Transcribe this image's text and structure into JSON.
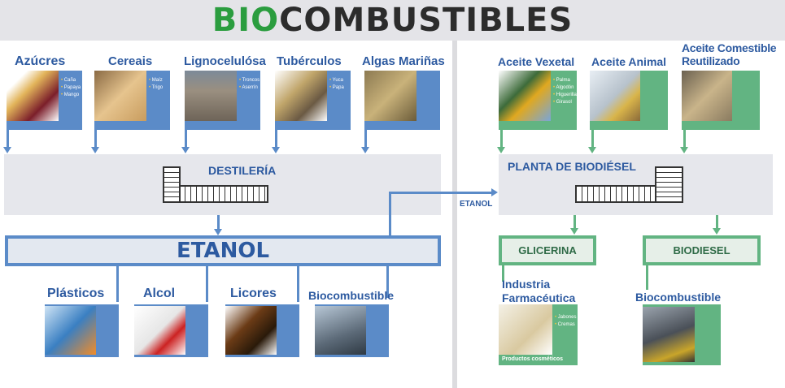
{
  "title": {
    "part1": "BIO",
    "part2": "COMBUSTIBLES"
  },
  "colors": {
    "blue": "#5b8bc8",
    "green": "#62b482",
    "title_green": "#2b9d3f"
  },
  "feedstocks_ethanol": [
    {
      "label": "Azúcres",
      "items": [
        "Caña",
        "Papaya",
        "Mango"
      ]
    },
    {
      "label": "Cereais",
      "items": [
        "Maíz",
        "Trigo"
      ]
    },
    {
      "label": "Lignocelulósa",
      "items": [
        "Troncos",
        "Aserrín"
      ]
    },
    {
      "label": "Tubérculos",
      "items": [
        "Yuca",
        "Papa"
      ]
    },
    {
      "label": "Algas Mariñas",
      "items": []
    }
  ],
  "feedstocks_biodiesel": [
    {
      "label": "Aceite Vexetal",
      "items": [
        "Palma",
        "Algodón",
        "Higuerilla",
        "Girasol"
      ]
    },
    {
      "label": "Aceite Animal",
      "items": []
    },
    {
      "label": "Aceite Comestible Reutilizado",
      "items": []
    }
  ],
  "distillery": "DESTILERÍA",
  "biodiesel_plant": "PLANTA DE BIODIÉSEL",
  "ethanol_bar": "ETANOL",
  "ethanol_link": "ETANOL",
  "ethanol_products": [
    "Plásticos",
    "Alcol",
    "Licores",
    "Biocombustible"
  ],
  "glycerin": "GLICERINA",
  "biodiesel": "BIODIESEL",
  "glycerin_product": {
    "label": "Industria Farmacéutica",
    "items": [
      "Jabones",
      "Cremas"
    ],
    "caption": "Productos cosméticos"
  },
  "biodiesel_product": "Biocombustible"
}
